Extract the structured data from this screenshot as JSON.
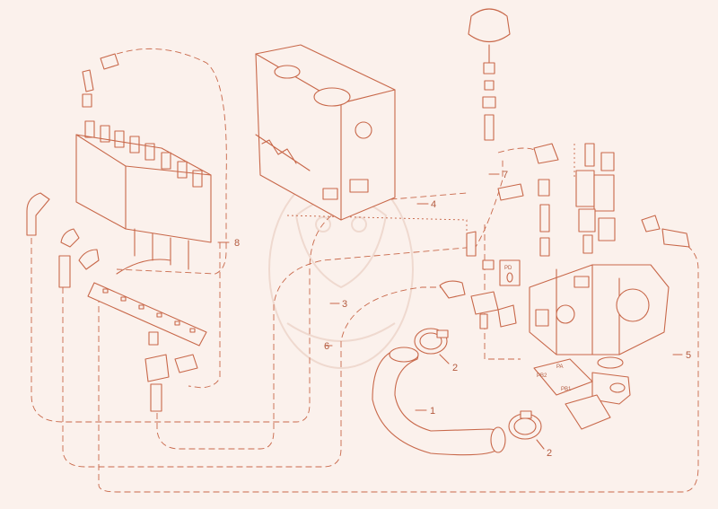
{
  "callouts": [
    {
      "id": "1",
      "text": "1"
    },
    {
      "id": "2a",
      "text": "2"
    },
    {
      "id": "2b",
      "text": "2"
    },
    {
      "id": "3",
      "text": "3"
    },
    {
      "id": "4",
      "text": "4"
    },
    {
      "id": "5",
      "text": "5"
    },
    {
      "id": "6",
      "text": "6"
    },
    {
      "id": "7",
      "text": "7"
    },
    {
      "id": "8",
      "text": "8"
    }
  ],
  "port_labels": {
    "pd": "PD",
    "pa": "PA",
    "pb2": "PB2",
    "pb1": "PB1"
  },
  "colors": {
    "line": "#c8684a",
    "background": "#fbf1ec",
    "watermark": "#efd9cf"
  }
}
